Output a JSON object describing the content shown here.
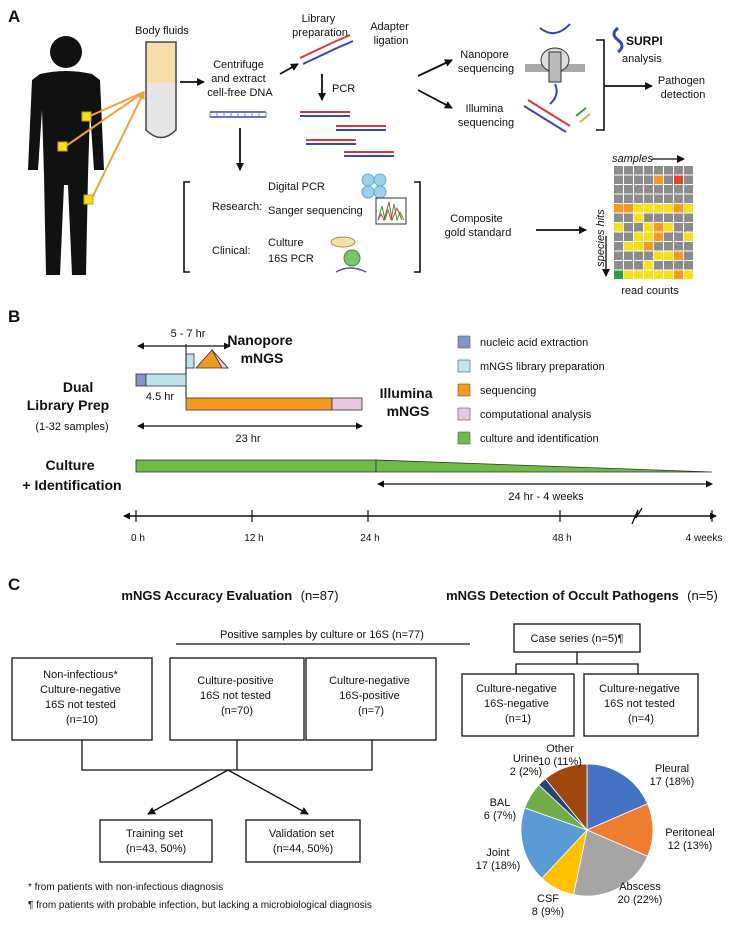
{
  "panel_a": {
    "letter": "A",
    "body_fluids": "Body fluids",
    "centrifuge": [
      "Centrifuge",
      "and extract",
      "cell-free DNA"
    ],
    "library_prep": [
      "Library",
      "preparation"
    ],
    "adapter": [
      "Adapter",
      "ligation"
    ],
    "pcr": "PCR",
    "nanopore_seq": [
      "Nanopore",
      "sequencing"
    ],
    "illumina_seq": [
      "Illumina",
      "sequencing"
    ],
    "surpi": "SURPI",
    "analysis": "analysis",
    "pathogen": [
      "Pathogen",
      "detection"
    ],
    "research": "Research:",
    "clinical": "Clinical:",
    "digital_pcr": "Digital PCR",
    "sanger": "Sanger sequencing",
    "culture": "Culture",
    "pcr16s": "16S PCR",
    "composite": [
      "Composite",
      "gold standard"
    ],
    "samples": "samples",
    "species_hits": "species hits",
    "read_counts": "read counts",
    "heatmap_colors": {
      "gray": "#8c8c8c",
      "yellow": "#f5e11b",
      "orange": "#f59a1b",
      "red": "#e2452a",
      "green": "#2f9e3a"
    }
  },
  "panel_b": {
    "letter": "B",
    "dual": [
      "Dual",
      "Library Prep"
    ],
    "samples_range": "(1-32 samples)",
    "nanopore": [
      "Nanopore",
      "mNGS"
    ],
    "illumina": [
      "Illumina",
      "mNGS"
    ],
    "t_5_7": "5 - 7 hr",
    "t_4_5": "4.5 hr",
    "t_23": "23 hr",
    "culture": [
      "Culture",
      "+ Identification"
    ],
    "t_24_4w": "24 hr - 4 weeks",
    "axis": [
      "0 h",
      "12 h",
      "24 h",
      "48 h",
      "4  weeks"
    ],
    "legend": [
      {
        "label": "nucleic acid extraction",
        "color": "#7f95cc"
      },
      {
        "label": "mNGS library preparation",
        "color": "#bfe3ec"
      },
      {
        "label": "sequencing",
        "color": "#f39a1e"
      },
      {
        "label": "computational analysis",
        "color": "#e9c9e2"
      },
      {
        "label": "culture and identification",
        "color": "#6cbd45"
      }
    ]
  },
  "panel_c": {
    "letter": "C",
    "left_title": "mNGS Accuracy Evaluation",
    "left_n": "(n=87)",
    "positive_label": "Positive samples by culture or 16S (n=77)",
    "box_noninf": [
      "Non-infectious*",
      "Culture-negative",
      "16S not tested",
      "(n=10)"
    ],
    "box_culpos": [
      "Culture-positive",
      "16S not tested",
      "(n=70)"
    ],
    "box_culneg16s": [
      "Culture-negative",
      "16S-positive",
      "(n=7)"
    ],
    "training": [
      "Training set",
      "(n=43, 50%)"
    ],
    "validation": [
      "Validation set",
      "(n=44, 50%)"
    ],
    "footnote1": "* from patients with non-infectious diagnosis",
    "footnote2": "¶ from patients with probable infection, but lacking a microbiological diagnosis",
    "right_title": "mNGS Detection of Occult Pathogens",
    "right_n": "(n=5)",
    "case_series": "Case series (n=5)¶",
    "box_neg_neg": [
      "Culture-negative",
      "16S-negative",
      "(n=1)"
    ],
    "box_neg_nt": [
      "Culture-negative",
      "16S not tested",
      "(n=4)"
    ]
  },
  "chart_data": {
    "type": "pie",
    "slices": [
      {
        "name": "Pleural",
        "value": 17,
        "pct": "17 (18%)",
        "color": "#4472c4"
      },
      {
        "name": "Peritoneal",
        "value": 12,
        "pct": "12 (13%)",
        "color": "#ed7d31"
      },
      {
        "name": "Abscess",
        "value": 20,
        "pct": "20 (22%)",
        "color": "#a5a5a5"
      },
      {
        "name": "CSF",
        "value": 8,
        "pct": "8 (9%)",
        "color": "#ffc000"
      },
      {
        "name": "Joint",
        "value": 17,
        "pct": "17 (18%)",
        "color": "#5b9bd5"
      },
      {
        "name": "BAL",
        "value": 6,
        "pct": "6 (7%)",
        "color": "#70ad47"
      },
      {
        "name": "Urine",
        "value": 2,
        "pct": "2 (2%)",
        "color": "#264478"
      },
      {
        "name": "Other",
        "value": 10,
        "pct": "10 (11%)",
        "color": "#9e480e"
      }
    ]
  }
}
